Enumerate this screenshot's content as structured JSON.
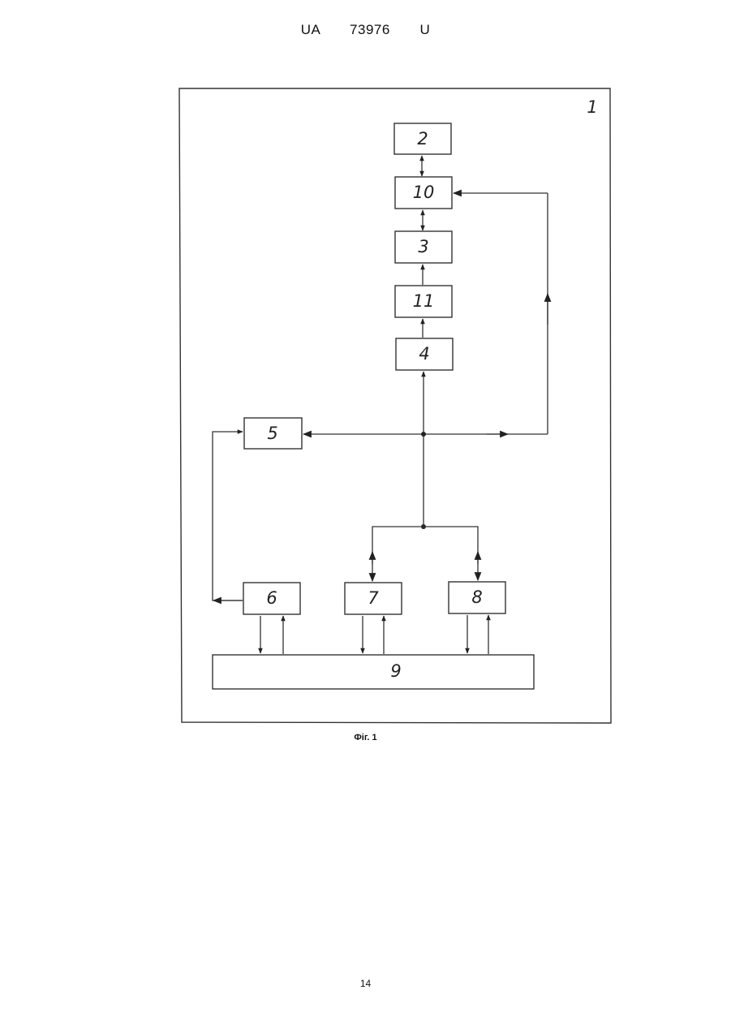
{
  "header": {
    "patent_number": "UA   73976   U"
  },
  "diagram": {
    "frame_label": "1",
    "blocks": [
      {
        "id": "2",
        "label": "2"
      },
      {
        "id": "10",
        "label": "10"
      },
      {
        "id": "3",
        "label": "3"
      },
      {
        "id": "11",
        "label": "11"
      },
      {
        "id": "4",
        "label": "4"
      },
      {
        "id": "5",
        "label": "5"
      },
      {
        "id": "6",
        "label": "6"
      },
      {
        "id": "7",
        "label": "7"
      },
      {
        "id": "8",
        "label": "8"
      },
      {
        "id": "9",
        "label": "9"
      }
    ],
    "connections": [
      {
        "from": "2",
        "to": "10",
        "direction": "bidirectional"
      },
      {
        "from": "10",
        "to": "3",
        "direction": "bidirectional"
      },
      {
        "from": "11",
        "to": "3",
        "direction": "forward"
      },
      {
        "from": "4",
        "to": "11",
        "direction": "forward"
      },
      {
        "from": "bus",
        "to": "4",
        "direction": "forward"
      },
      {
        "from": "bus",
        "to": "5",
        "direction": "forward"
      },
      {
        "from": "bus",
        "to": "10",
        "direction": "forward"
      },
      {
        "from": "bus",
        "to": "7",
        "direction": "bidirectional"
      },
      {
        "from": "bus",
        "to": "8",
        "direction": "bidirectional"
      },
      {
        "from": "6",
        "to": "5",
        "direction": "forward"
      },
      {
        "from": "6",
        "to": "9",
        "direction": "bidirectional"
      },
      {
        "from": "7",
        "to": "9",
        "direction": "bidirectional"
      },
      {
        "from": "8",
        "to": "9",
        "direction": "bidirectional"
      }
    ]
  },
  "caption": "Фіг. 1",
  "page_number": "14"
}
